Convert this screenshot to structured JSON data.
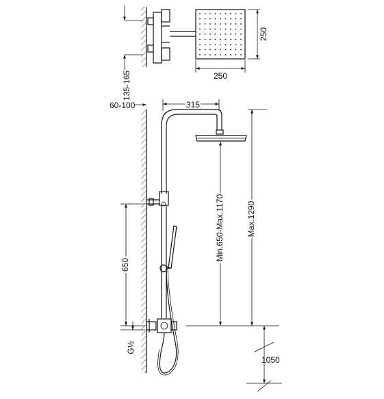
{
  "dimensions": {
    "head_depth": "250",
    "head_width": "250",
    "wall_offset_range": "135-165",
    "inlet_spacing": "60-100",
    "arm_reach": "315",
    "head_height_range": "Min.650-Max.1170",
    "overall_height_max": "Max.1290",
    "valve_height": "650",
    "thread_size": "G½",
    "floor_to_valve": "1050"
  }
}
